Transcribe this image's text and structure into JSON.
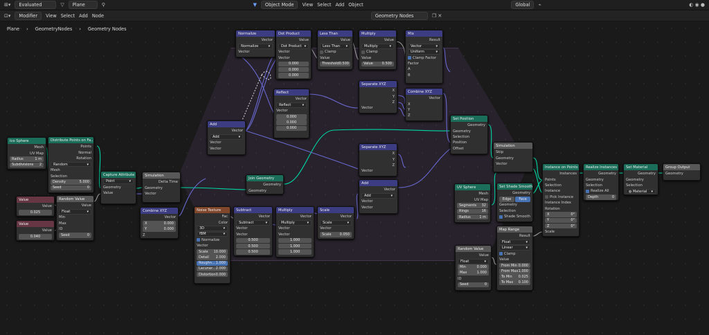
{
  "topbar": {
    "editor_mode": "Evaluated",
    "object": "Plane",
    "mode": "Object Mode",
    "menus": [
      "View",
      "Select",
      "Add",
      "Object"
    ],
    "orientation": "Global",
    "search": "Geometry Nodes"
  },
  "header": {
    "modifier": "Modifier",
    "menus": [
      "View",
      "Select",
      "Add",
      "Node"
    ]
  },
  "breadcrumb": [
    "Plane",
    "GeometryNodes",
    "Geometry Nodes"
  ],
  "nodes": {
    "ico_sphere": {
      "title": "Ico Sphere",
      "outs": [
        "Mesh",
        "UV Map"
      ],
      "radius_l": "Radius",
      "radius_v": "1 m",
      "subdiv_l": "Subdivisions",
      "subdiv_v": "2"
    },
    "dist_points": {
      "title": "Distribute Points on Fa...",
      "outs": [
        "Points",
        "Normal",
        "Rotation"
      ],
      "mode": "Random",
      "ins": [
        "Mesh",
        "Selection"
      ],
      "density_l": "Density",
      "density_v": "5.000",
      "seed_l": "Seed",
      "seed_v": "0"
    },
    "value1": {
      "title": "Value",
      "out": "Value",
      "v": "0.025"
    },
    "value2": {
      "title": "Value",
      "out": "Value",
      "v": "0.040"
    },
    "random_value1": {
      "title": "Random Value",
      "out": "Value",
      "type": "Float",
      "ins": [
        "Min",
        "Max",
        "ID"
      ],
      "seed_l": "Seed",
      "seed_v": "0"
    },
    "capture": {
      "title": "Capture Attribute",
      "domain": "Point",
      "ins": [
        "Geometry",
        "Value"
      ],
      "outs": [
        "Geometry",
        "Value"
      ]
    },
    "simulation1": {
      "title": "Simulation",
      "outs": [
        "Delta Time",
        "Geometry",
        "Vector"
      ],
      "ins": [
        "Geometry",
        "Vector"
      ]
    },
    "combine1": {
      "title": "Combine XYZ",
      "out": "Vector",
      "x": "0.000",
      "y": "0.000",
      "z": "Z"
    },
    "normalize": {
      "title": "Normalize",
      "out": "Vector",
      "mode": "Normalize",
      "in": "Vector"
    },
    "dot": {
      "title": "Dot Product",
      "out": "Value",
      "mode": "Dot Product",
      "ins": [
        "Vector",
        "Vector"
      ],
      "vals": [
        "0.000",
        "0.000",
        "0.000"
      ]
    },
    "less": {
      "title": "Less Than",
      "out": "Value",
      "mode": "Less Than",
      "clamp": "Clamp",
      "in": "Value",
      "thr_l": "Threshold",
      "thr_v": "0.500"
    },
    "multiply1": {
      "title": "Multiply",
      "out": "Value",
      "mode": "Multiply",
      "clamp": "Clamp",
      "in": "Value",
      "v_l": "Value",
      "v_v": "0.500"
    },
    "mix": {
      "title": "Mix",
      "out": "Result",
      "type": "Vector",
      "mode": "Uniform",
      "clamp": "Clamp Factor",
      "ins": [
        "Factor",
        "A",
        "B"
      ]
    },
    "reflect": {
      "title": "Reflect",
      "out": "Vector",
      "mode": "Reflect",
      "in": "Vector",
      "vals": [
        "0.000",
        "0.000",
        "0.000"
      ]
    },
    "sep1": {
      "title": "Separate XYZ",
      "outs": [
        "X",
        "Y",
        "Z"
      ],
      "in": "Vector"
    },
    "comb2": {
      "title": "Combine XYZ",
      "out": "Vector",
      "ins": [
        "X",
        "Y",
        "Z"
      ]
    },
    "add1": {
      "title": "Add",
      "out": "Vector",
      "mode": "Add",
      "ins": [
        "Vector",
        "Vector"
      ]
    },
    "set_pos": {
      "title": "Set Position",
      "out": "Geometry",
      "ins": [
        "Geometry",
        "Selection",
        "Position",
        "Offset"
      ]
    },
    "sep2": {
      "title": "Separate XYZ",
      "outs": [
        "X",
        "Y",
        "Z"
      ],
      "in": "Vector"
    },
    "simulation2": {
      "title": "Simulation",
      "ins": [
        "Skip",
        "Geometry",
        "Vector"
      ],
      "outs": [
        "Geometry",
        "Vector"
      ]
    },
    "join": {
      "title": "Join Geometry",
      "out": "Geometry",
      "in": "Geometry"
    },
    "add2": {
      "title": "Add",
      "out": "Vector",
      "mode": "Add",
      "ins": [
        "Vector",
        "Vector"
      ]
    },
    "noise": {
      "title": "Noise Texture",
      "outs": [
        "Fac",
        "Color"
      ],
      "dim": "3D",
      "type": "fBM",
      "normalize": "Normalize",
      "in": "Vector",
      "params": [
        [
          "Scale",
          "10.000"
        ],
        [
          "Detail",
          "2.000"
        ],
        [
          "Roughn...",
          "1.000"
        ],
        [
          "Lacunar...",
          "2.000"
        ],
        [
          "Distortion",
          "0.000"
        ]
      ]
    },
    "subtract": {
      "title": "Subtract",
      "out": "Vector",
      "mode": "Subtract",
      "ins": [
        "Vector",
        "Vector"
      ],
      "vals": [
        "0.500",
        "0.500",
        "0.500"
      ]
    },
    "multiply2": {
      "title": "Multiply",
      "out": "Vector",
      "mode": "Multiply",
      "ins": [
        "Vector",
        "Vector"
      ],
      "vals": [
        "1.000",
        "1.000",
        "1.000"
      ]
    },
    "scale": {
      "title": "Scale",
      "out": "Vector",
      "mode": "Scale",
      "in": "Vector",
      "s_l": "Scale",
      "s_v": "0.050"
    },
    "uv_sphere": {
      "title": "UV Sphere",
      "outs": [
        "Mesh",
        "UV Map"
      ],
      "seg_l": "Segments",
      "seg_v": "32",
      "ring_l": "Rings",
      "ring_v": "16",
      "rad_l": "Radius",
      "rad_v": "1 m"
    },
    "shade": {
      "title": "Set Shade Smooth",
      "out": "Geometry",
      "edge": "Edge",
      "face": "Face",
      "ins": [
        "Geometry",
        "Selection"
      ],
      "smooth": "Shade Smooth"
    },
    "map_range": {
      "title": "Map Range",
      "out": "Result",
      "type": "Float",
      "interp": "Linear",
      "clamp": "Clamp",
      "in": "Value",
      "params": [
        [
          "From Min",
          "0.000"
        ],
        [
          "From Max",
          "1.000"
        ],
        [
          "To Min",
          "0.025"
        ],
        [
          "To Max",
          "0.100"
        ]
      ]
    },
    "random_value2": {
      "title": "Random Value",
      "out": "Value",
      "type": "Float",
      "params": [
        [
          "Min",
          "0.000"
        ],
        [
          "Max",
          "1.000"
        ]
      ],
      "id": "ID",
      "seed_l": "Seed",
      "seed_v": "0"
    },
    "instance": {
      "title": "Instance on Points",
      "out": "Instances",
      "ins": [
        "Points",
        "Selection",
        "Instance"
      ],
      "pick": "Pick Instance",
      "ins2": [
        "Instance Index",
        "Rotation"
      ],
      "xyz": [
        [
          "X",
          "0°"
        ],
        [
          "Y",
          "0°"
        ],
        [
          "Z",
          "0°"
        ]
      ],
      "scale": "Scale"
    },
    "realize": {
      "title": "Realize Instances",
      "out": "Geometry",
      "ins": [
        "Geometry",
        "Selection"
      ],
      "realize_all": "Realize All",
      "depth_l": "Depth",
      "depth_v": "0"
    },
    "set_mat": {
      "title": "Set Material",
      "out": "Geometry",
      "ins": [
        "Geometry",
        "Selection"
      ],
      "material": "Material"
    },
    "group_out": {
      "title": "Group Output",
      "in": "Geometry"
    }
  }
}
